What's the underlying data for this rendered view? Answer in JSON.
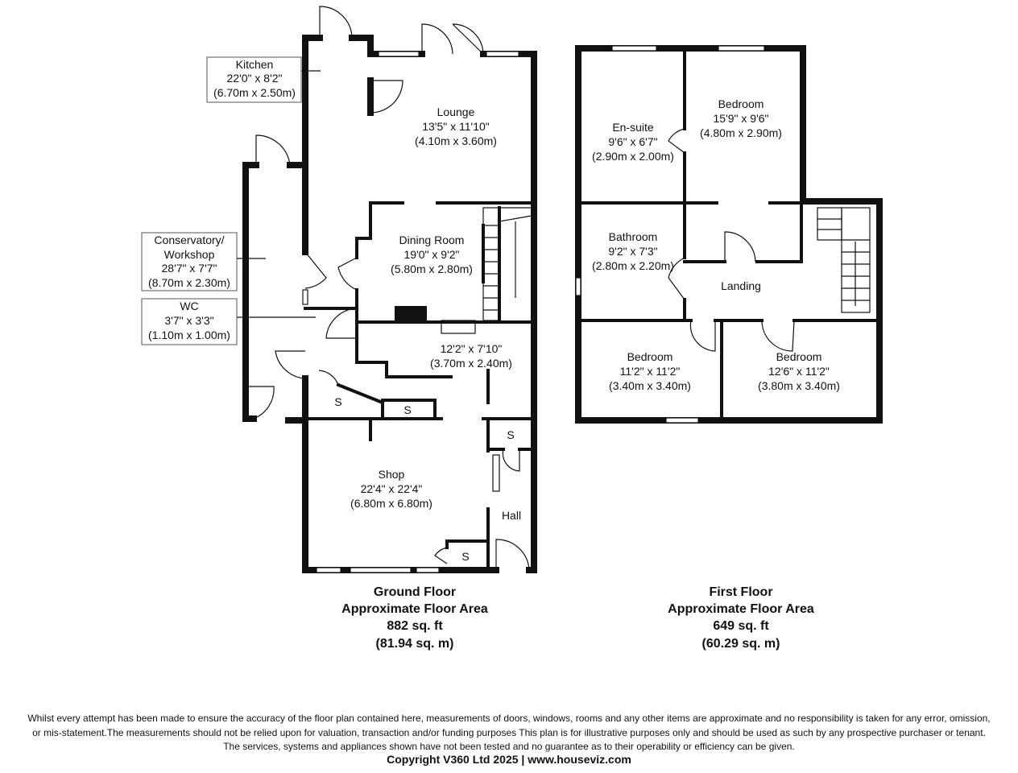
{
  "ground_floor": {
    "caption": [
      "Ground Floor",
      "Approximate Floor Area",
      "882 sq. ft",
      "(81.94 sq. m)"
    ],
    "rooms": {
      "kitchen": [
        "Kitchen",
        "22'0\" x 8'2\"",
        "(6.70m x 2.50m)"
      ],
      "lounge": [
        "Lounge",
        "13'5\" x 11'10\"",
        "(4.10m x 3.60m)"
      ],
      "dining": [
        "Dining Room",
        "19'0\" x 9'2\"",
        "(5.80m x 2.80m)"
      ],
      "conservatory": [
        "Conservatory/",
        "Workshop",
        "28'7\" x 7'7\"",
        "(8.70m x 2.30m)"
      ],
      "wc": [
        "WC",
        "3'7\" x 3'3\"",
        "(1.10m x 1.00m)"
      ],
      "unnamed": [
        "12'2\" x 7'10\"",
        "(3.70m x 2.40m)"
      ],
      "shop": [
        "Shop",
        "22'4\" x 22'4\"",
        "(6.80m x 6.80m)"
      ],
      "hall": "Hall",
      "storage": [
        "S",
        "S",
        "S",
        "S"
      ]
    }
  },
  "first_floor": {
    "caption": [
      "First Floor",
      "Approximate Floor Area",
      "649 sq. ft",
      "(60.29 sq. m)"
    ],
    "rooms": {
      "ensuite": [
        "En-suite",
        "9'6\" x 6'7\"",
        "(2.90m x 2.00m)"
      ],
      "bedroom1": [
        "Bedroom",
        "15'9\" x 9'6\"",
        "(4.80m x 2.90m)"
      ],
      "bathroom": [
        "Bathroom",
        "9'2\" x 7'3\"",
        "(2.80m x 2.20m)"
      ],
      "landing": "Landing",
      "bedroom2": [
        "Bedroom",
        "11'2\" x 11'2\"",
        "(3.40m x 3.40m)"
      ],
      "bedroom3": [
        "Bedroom",
        "12'6\" x 11'2\"",
        "(3.80m x 3.40m)"
      ]
    }
  },
  "disclaimer": [
    "Whilst every attempt has been made to ensure the accuracy of the floor plan contained here, measurements of doors, windows, rooms and any other items are approximate and no responsibility is taken for any error, omission,",
    "or mis-statement.The measurements should not be relied upon for valuation, transaction and/or funding purposes This plan is for illustrative purposes only and should be used as such by any prospective purchaser or tenant.",
    "The services, systems and appliances shown have not been tested and no guarantee as to their operability or efficiency can be given."
  ],
  "copyright": "Copyright V360 Ltd 2025 | www.houseviz.com"
}
